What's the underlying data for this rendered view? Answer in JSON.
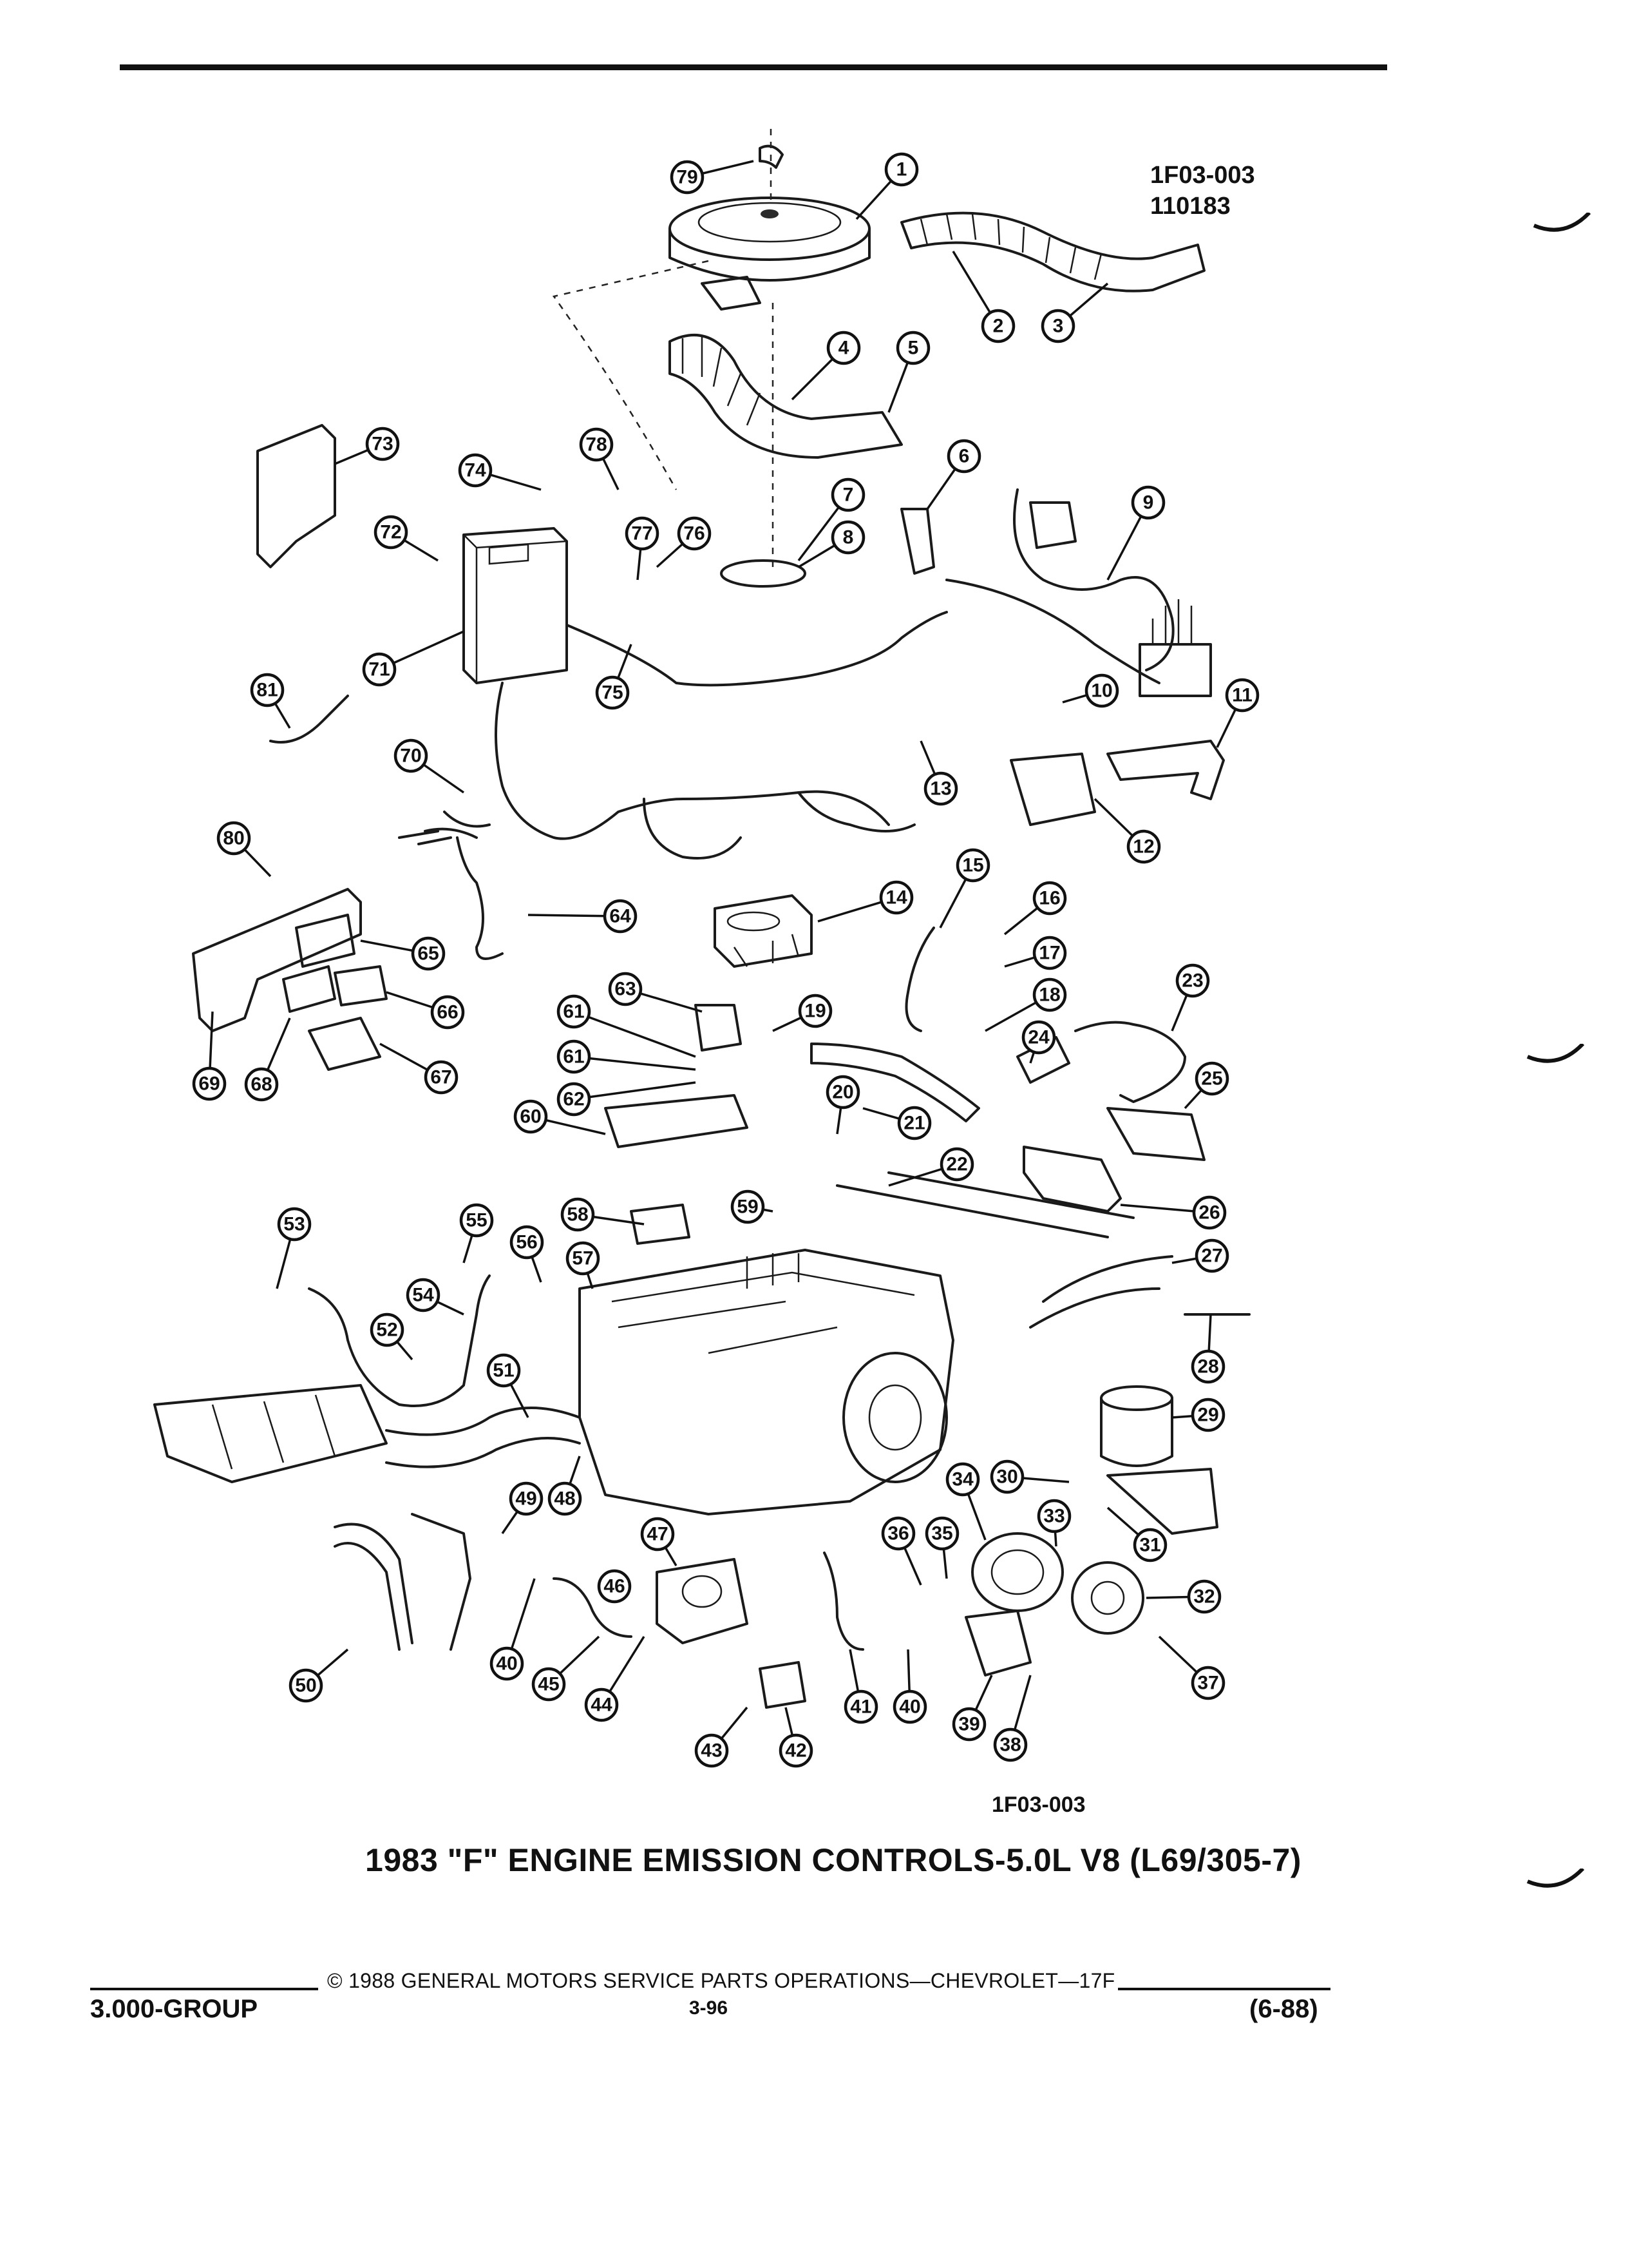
{
  "header": {
    "code_line1": "1F03-003",
    "code_line2": "110183"
  },
  "diagram": {
    "callouts": [
      "1",
      "2",
      "3",
      "4",
      "5",
      "6",
      "7",
      "8",
      "9",
      "10",
      "11",
      "12",
      "13",
      "14",
      "15",
      "16",
      "17",
      "18",
      "19",
      "20",
      "21",
      "22",
      "23",
      "24",
      "25",
      "26",
      "27",
      "28",
      "29",
      "30",
      "31",
      "32",
      "33",
      "34",
      "35",
      "36",
      "37",
      "38",
      "39",
      "40",
      "40",
      "41",
      "42",
      "43",
      "44",
      "45",
      "46",
      "47",
      "48",
      "49",
      "50",
      "51",
      "52",
      "53",
      "54",
      "55",
      "56",
      "57",
      "58",
      "59",
      "60",
      "61",
      "61",
      "62",
      "63",
      "64",
      "65",
      "66",
      "67",
      "68",
      "69",
      "70",
      "71",
      "72",
      "73",
      "74",
      "75",
      "76",
      "77",
      "78",
      "79",
      "80",
      "81"
    ]
  },
  "figure": {
    "code": "1F03-003",
    "caption": "1983 \"F\" ENGINE EMISSION CONTROLS-5.0L V8 (L69/305-7)"
  },
  "footer": {
    "copyright": "© 1988 GENERAL MOTORS SERVICE PARTS OPERATIONS—CHEVROLET—17F",
    "group": "3.000-GROUP",
    "page": "3-96",
    "date": "(6-88)"
  }
}
